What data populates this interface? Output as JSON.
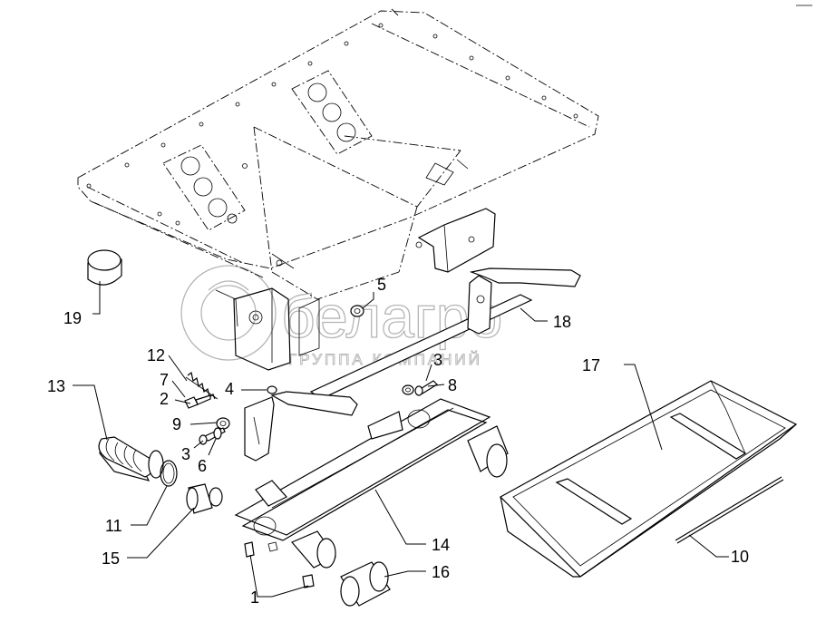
{
  "diagram": {
    "callouts": [
      {
        "id": "c1",
        "label": "1"
      },
      {
        "id": "c2",
        "label": "2"
      },
      {
        "id": "c3a",
        "label": "3"
      },
      {
        "id": "c3b",
        "label": "3"
      },
      {
        "id": "c4",
        "label": "4"
      },
      {
        "id": "c5",
        "label": "5"
      },
      {
        "id": "c6",
        "label": "6"
      },
      {
        "id": "c7",
        "label": "7"
      },
      {
        "id": "c8",
        "label": "8"
      },
      {
        "id": "c9",
        "label": "9"
      },
      {
        "id": "c10",
        "label": "10"
      },
      {
        "id": "c11",
        "label": "11"
      },
      {
        "id": "c12",
        "label": "12"
      },
      {
        "id": "c13",
        "label": "13"
      },
      {
        "id": "c14",
        "label": "14"
      },
      {
        "id": "c15",
        "label": "15"
      },
      {
        "id": "c16",
        "label": "16"
      },
      {
        "id": "c17",
        "label": "17"
      },
      {
        "id": "c18",
        "label": "18"
      },
      {
        "id": "c19",
        "label": "19"
      }
    ]
  },
  "watermark": {
    "brand": "белагро",
    "tagline": "ГРУППА КОМПАНИЙ"
  }
}
